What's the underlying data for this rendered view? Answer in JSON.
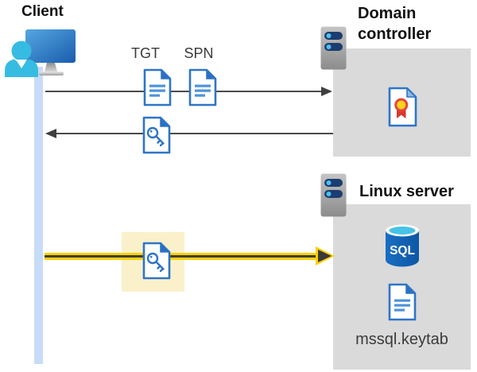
{
  "client": {
    "title": "Client"
  },
  "domain_controller": {
    "title": "Domain controller"
  },
  "linux_server": {
    "title": "Linux server",
    "sql_badge": "SQL",
    "keytab_label": "mssql.keytab"
  },
  "flow_labels": {
    "tgt": "TGT",
    "spn": "SPN"
  },
  "icons": {
    "client": "user-workstation-icon",
    "domain_controller": "server-icon",
    "linux_server": "server-icon",
    "tgt": "document-icon",
    "spn": "document-icon",
    "ticket_response": "key-document-icon",
    "service_ticket": "key-document-icon",
    "certificate": "certificate-icon",
    "sql": "sql-database-icon",
    "keytab": "document-icon"
  },
  "colors": {
    "document_blue": "#2e75c7",
    "arrow_gray": "#4a4a4a",
    "service_ticket_arrow_yellow": "#ffd100",
    "highlight_yellow": "#faf1cb",
    "group_box_gray": "#dadada",
    "client_lifeline_blue": "#c7dcf8",
    "sql_database_blue": "#1063b5",
    "sql_top_cyan": "#47c3e6",
    "certificate_ribbon_red": "#d63a30",
    "certificate_seal_yellow": "#ffd21c",
    "server_bar_navy": "#1c3d70"
  }
}
